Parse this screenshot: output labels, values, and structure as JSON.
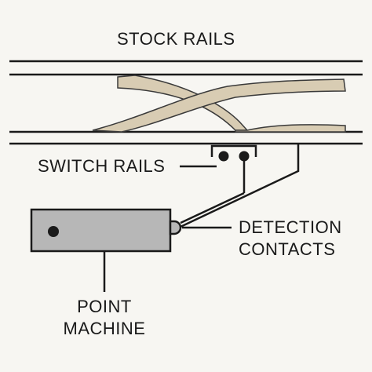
{
  "labels": {
    "stock_rails": "STOCK RAILS",
    "switch_rails": "SWITCH RAILS",
    "detection_contacts_line1": "DETECTION",
    "detection_contacts_line2": "CONTACTS",
    "point_machine_line1": "POINT",
    "point_machine_line2": "MACHINE"
  },
  "colors": {
    "background": "#f7f6f2",
    "line": "#1a1a1a",
    "switch_rail_fill": "#d8ccb3",
    "point_machine_fill": "#b7b7b7"
  }
}
